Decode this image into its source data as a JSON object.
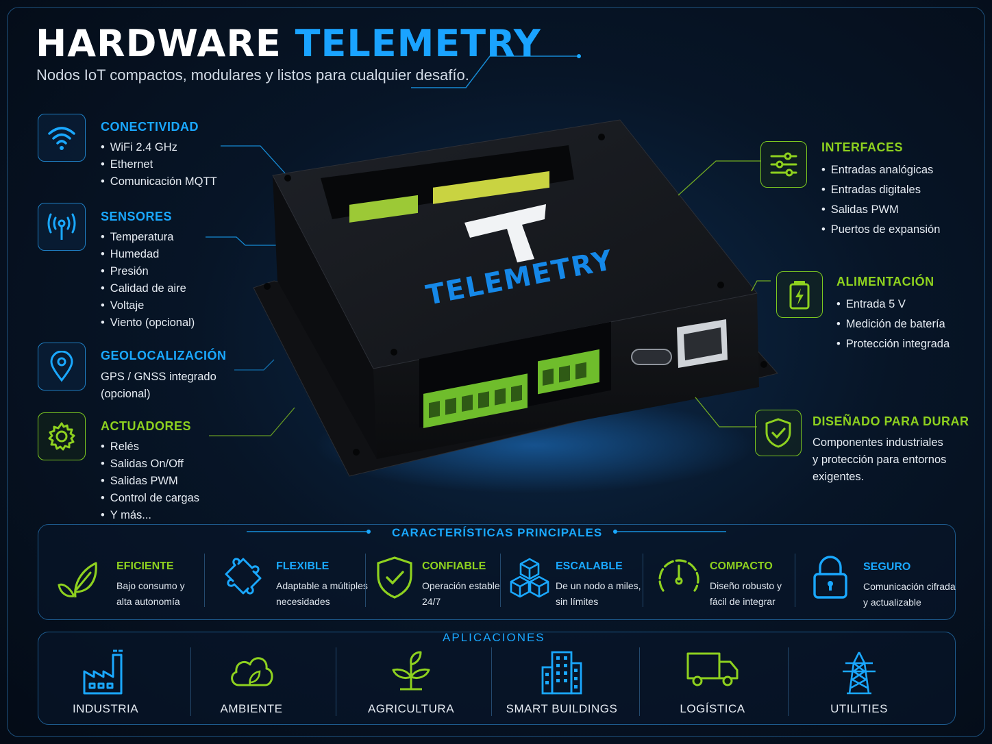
{
  "header": {
    "title_white": "HARDWARE",
    "title_blue": "TELEMETRY",
    "subtitle": "Nodos IoT compactos, modulares y listos para cualquier desafío."
  },
  "device": {
    "brand": "TELEMETRY",
    "logo_letter": "T"
  },
  "left_features": [
    {
      "icon": "wifi-icon",
      "title": "CONECTIVIDAD",
      "items": [
        "WiFi 2.4 GHz",
        "Ethernet",
        "Comunicación MQTT"
      ]
    },
    {
      "icon": "antenna-icon",
      "title": "SENSORES",
      "items": [
        "Temperatura",
        "Humedad",
        "Presión",
        "Calidad de aire",
        "Voltaje",
        "Viento (opcional)"
      ]
    },
    {
      "icon": "location-pin-icon",
      "title": "GEOLOCALIZACIÓN",
      "text": [
        "GPS / GNSS integrado",
        "(opcional)"
      ]
    },
    {
      "icon": "gear-icon",
      "title": "ACTUADORES",
      "items": [
        "Relés",
        "Salidas On/Off",
        "Salidas PWM",
        "Control de cargas",
        "Y más..."
      ]
    }
  ],
  "right_features": [
    {
      "icon": "sliders-icon",
      "title": "INTERFACES",
      "items": [
        "Entradas analógicas",
        "Entradas digitales",
        "Salidas PWM",
        "Puertos de expansión"
      ]
    },
    {
      "icon": "battery-icon",
      "title": "ALIMENTACIÓN",
      "items": [
        "Entrada 5 V",
        "Medición de batería",
        "Protección integrada"
      ]
    },
    {
      "icon": "shield-check-icon",
      "title": "DISEÑADO PARA DURAR",
      "text": [
        "Componentes industriales",
        "y protección para entornos",
        "exigentes."
      ]
    }
  ],
  "characteristics": {
    "title": "CARACTERÍSTICAS PRINCIPALES",
    "items": [
      {
        "icon": "leaf-icon",
        "title": "EFICIENTE",
        "desc": [
          "Bajo consumo y",
          "alta autonomía"
        ]
      },
      {
        "icon": "puzzle-icon",
        "title": "FLEXIBLE",
        "desc": [
          "Adaptable a múltiples",
          "necesidades"
        ]
      },
      {
        "icon": "shield-icon",
        "title": "CONFIABLE",
        "desc": [
          "Operación estable",
          "24/7"
        ]
      },
      {
        "icon": "cubes-icon",
        "title": "ESCALABLE",
        "desc": [
          "De un nodo a miles,",
          "sin límites"
        ]
      },
      {
        "icon": "gauge-icon",
        "title": "COMPACTO",
        "desc": [
          "Diseño robusto y",
          "fácil de integrar"
        ]
      },
      {
        "icon": "lock-icon",
        "title": "SEGURO",
        "desc": [
          "Comunicación cifrada",
          "y actualizable"
        ]
      }
    ]
  },
  "applications": {
    "title": "APLICACIONES",
    "items": [
      {
        "icon": "factory-icon",
        "label": "INDUSTRIA"
      },
      {
        "icon": "cloud-leaf-icon",
        "label": "AMBIENTE"
      },
      {
        "icon": "plant-icon",
        "label": "AGRICULTURA"
      },
      {
        "icon": "building-icon",
        "label": "SMART BUILDINGS"
      },
      {
        "icon": "truck-icon",
        "label": "LOGÍSTICA"
      },
      {
        "icon": "power-tower-icon",
        "label": "UTILITIES"
      }
    ]
  },
  "colors": {
    "blue": "#1aa8ff",
    "green": "#8ed11f",
    "background": "#061325"
  }
}
